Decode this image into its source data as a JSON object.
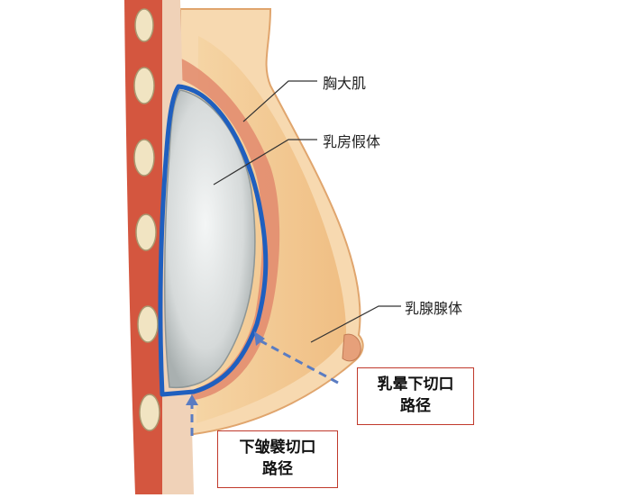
{
  "labels": {
    "pectoralis": "胸大肌",
    "implant": "乳房假体",
    "gland": "乳腺腺体"
  },
  "boxes": {
    "areola": {
      "line1": "乳晕下切口",
      "line2": "路径"
    },
    "fold": {
      "line1": "下皱襞切口",
      "line2": "路径"
    }
  },
  "colors": {
    "implant_outline": "#1f5fbf",
    "dashed_path": "#5a7cc2",
    "box_border": "#c0392b",
    "muscle": "#c9533f",
    "fat": "#f3c98f",
    "implant": "#d8dcdc"
  }
}
